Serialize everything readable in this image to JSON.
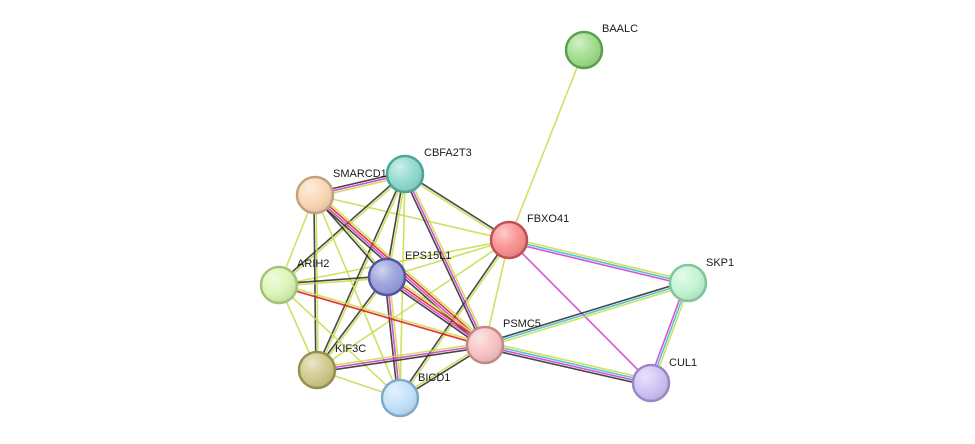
{
  "nodes": [
    {
      "id": "BAALC",
      "label": "BAALC",
      "color": "#9ede8a",
      "stroke": "#5aa050"
    },
    {
      "id": "CBFA2T3",
      "label": "CBFA2T3",
      "color": "#8fdad0",
      "stroke": "#4aa497"
    },
    {
      "id": "SMARCD1",
      "label": "SMARCD1",
      "color": "#fad7b4",
      "stroke": "#c4a080"
    },
    {
      "id": "FBXO41",
      "label": "FBXO41",
      "color": "#f98f8f",
      "stroke": "#c04f4f"
    },
    {
      "id": "EPS15L1",
      "label": "EPS15L1",
      "color": "#9aa0dc",
      "stroke": "#5056a4"
    },
    {
      "id": "ARIH2",
      "label": "ARIH2",
      "color": "#dcf5b4",
      "stroke": "#a0c478"
    },
    {
      "id": "SKP1",
      "label": "SKP1",
      "color": "#c2f5d2",
      "stroke": "#80c49a"
    },
    {
      "id": "PSMC5",
      "label": "PSMC5",
      "color": "#f8c2c2",
      "stroke": "#c48888"
    },
    {
      "id": "KIF3C",
      "label": "KIF3C",
      "color": "#cfc98a",
      "stroke": "#96904e"
    },
    {
      "id": "BICD1",
      "label": "BICD1",
      "color": "#c2e2fa",
      "stroke": "#80aac8"
    },
    {
      "id": "CUL1",
      "label": "CUL1",
      "color": "#cfc2f5",
      "stroke": "#9888c8"
    }
  ],
  "edge_colors": {
    "text_mining": "#c8dc46",
    "coexpression": "#333333",
    "experimental": "#d040d0",
    "database": "#40c0d0",
    "neighborhood": "#e02020",
    "homology": "#8080ff"
  },
  "edges": [
    {
      "source": "BAALC",
      "target": "FBXO41",
      "types": [
        "text_mining"
      ]
    },
    {
      "source": "FBXO41",
      "target": "SKP1",
      "types": [
        "text_mining",
        "database",
        "experimental"
      ]
    },
    {
      "source": "FBXO41",
      "target": "CUL1",
      "types": [
        "experimental"
      ]
    },
    {
      "source": "FBXO41",
      "target": "CBFA2T3",
      "types": [
        "text_mining",
        "coexpression"
      ]
    },
    {
      "source": "FBXO41",
      "target": "SMARCD1",
      "types": [
        "text_mining"
      ]
    },
    {
      "source": "FBXO41",
      "target": "EPS15L1",
      "types": [
        "text_mining"
      ]
    },
    {
      "source": "FBXO41",
      "target": "ARIH2",
      "types": [
        "text_mining"
      ]
    },
    {
      "source": "FBXO41",
      "target": "PSMC5",
      "types": [
        "text_mining"
      ]
    },
    {
      "source": "FBXO41",
      "target": "BICD1",
      "types": [
        "text_mining",
        "coexpression"
      ]
    },
    {
      "source": "FBXO41",
      "target": "KIF3C",
      "types": [
        "text_mining"
      ]
    },
    {
      "source": "SKP1",
      "target": "CUL1",
      "types": [
        "text_mining",
        "database",
        "experimental"
      ]
    },
    {
      "source": "SKP1",
      "target": "PSMC5",
      "types": [
        "text_mining",
        "database",
        "coexpression"
      ]
    },
    {
      "source": "PSMC5",
      "target": "CUL1",
      "types": [
        "text_mining",
        "database",
        "experimental",
        "coexpression"
      ]
    },
    {
      "source": "CBFA2T3",
      "target": "SMARCD1",
      "types": [
        "text_mining",
        "experimental",
        "coexpression"
      ]
    },
    {
      "source": "CBFA2T3",
      "target": "EPS15L1",
      "types": [
        "text_mining",
        "coexpression"
      ]
    },
    {
      "source": "CBFA2T3",
      "target": "ARIH2",
      "types": [
        "text_mining",
        "coexpression"
      ]
    },
    {
      "source": "CBFA2T3",
      "target": "PSMC5",
      "types": [
        "text_mining",
        "experimental",
        "coexpression"
      ]
    },
    {
      "source": "CBFA2T3",
      "target": "KIF3C",
      "types": [
        "text_mining",
        "coexpression"
      ]
    },
    {
      "source": "CBFA2T3",
      "target": "BICD1",
      "types": [
        "text_mining"
      ]
    },
    {
      "source": "SMARCD1",
      "target": "EPS15L1",
      "types": [
        "text_mining",
        "coexpression"
      ]
    },
    {
      "source": "SMARCD1",
      "target": "ARIH2",
      "types": [
        "text_mining"
      ]
    },
    {
      "source": "SMARCD1",
      "target": "PSMC5",
      "types": [
        "text_mining",
        "neighborhood",
        "experimental",
        "coexpression"
      ]
    },
    {
      "source": "SMARCD1",
      "target": "KIF3C",
      "types": [
        "text_mining",
        "coexpression"
      ]
    },
    {
      "source": "SMARCD1",
      "target": "BICD1",
      "types": [
        "text_mining"
      ]
    },
    {
      "source": "EPS15L1",
      "target": "ARIH2",
      "types": [
        "text_mining",
        "coexpression"
      ]
    },
    {
      "source": "EPS15L1",
      "target": "PSMC5",
      "types": [
        "text_mining",
        "neighborhood",
        "experimental",
        "coexpression"
      ]
    },
    {
      "source": "EPS15L1",
      "target": "KIF3C",
      "types": [
        "text_mining",
        "coexpression"
      ]
    },
    {
      "source": "EPS15L1",
      "target": "BICD1",
      "types": [
        "text_mining",
        "experimental",
        "coexpression"
      ]
    },
    {
      "source": "ARIH2",
      "target": "PSMC5",
      "types": [
        "text_mining",
        "neighborhood"
      ]
    },
    {
      "source": "ARIH2",
      "target": "KIF3C",
      "types": [
        "text_mining"
      ]
    },
    {
      "source": "ARIH2",
      "target": "BICD1",
      "types": [
        "text_mining"
      ]
    },
    {
      "source": "KIF3C",
      "target": "PSMC5",
      "types": [
        "text_mining",
        "experimental",
        "coexpression"
      ]
    },
    {
      "source": "KIF3C",
      "target": "BICD1",
      "types": [
        "text_mining"
      ]
    },
    {
      "source": "BICD1",
      "target": "PSMC5",
      "types": [
        "text_mining",
        "coexpression"
      ]
    }
  ]
}
